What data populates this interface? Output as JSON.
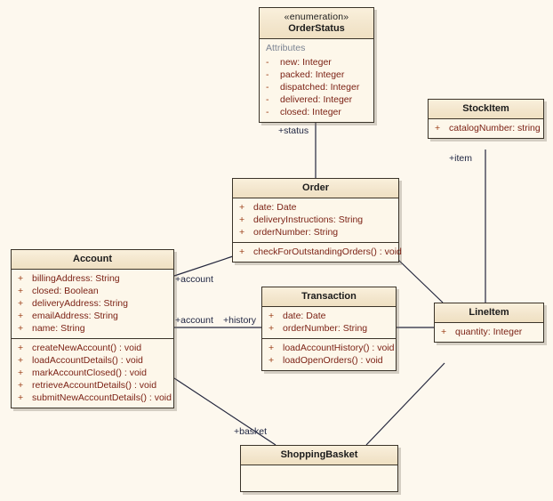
{
  "diagram": {
    "type": "uml-class-diagram",
    "background_color": "#fdf8ee",
    "class_fill_color": "#fdf6e7",
    "class_border_color": "#3b3429",
    "feature_text_color": "#7a1f12",
    "role_label_color": "#1c2340",
    "section_label_color": "#7b8392"
  },
  "classes": {
    "order_status": {
      "stereotype": "«enumeration»",
      "name": "OrderStatus",
      "attributes_label": "Attributes",
      "attributes": [
        {
          "visibility": "-",
          "signature": "new:  Integer"
        },
        {
          "visibility": "-",
          "signature": "packed:  Integer"
        },
        {
          "visibility": "-",
          "signature": "dispatched:  Integer"
        },
        {
          "visibility": "-",
          "signature": "delivered:  Integer"
        },
        {
          "visibility": "-",
          "signature": "closed:  Integer"
        }
      ]
    },
    "stock_item": {
      "name": "StockItem",
      "attributes": [
        {
          "visibility": "+",
          "signature": "catalogNumber:  string"
        }
      ]
    },
    "order": {
      "name": "Order",
      "attributes": [
        {
          "visibility": "+",
          "signature": "date:  Date"
        },
        {
          "visibility": "+",
          "signature": "deliveryInstructions:  String"
        },
        {
          "visibility": "+",
          "signature": "orderNumber:  String"
        }
      ],
      "operations": [
        {
          "visibility": "+",
          "signature": "checkForOutstandingOrders() : void"
        }
      ]
    },
    "account": {
      "name": "Account",
      "attributes": [
        {
          "visibility": "+",
          "signature": "billingAddress:  String"
        },
        {
          "visibility": "+",
          "signature": "closed:  Boolean"
        },
        {
          "visibility": "+",
          "signature": "deliveryAddress:  String"
        },
        {
          "visibility": "+",
          "signature": "emailAddress:  String"
        },
        {
          "visibility": "+",
          "signature": "name:  String"
        }
      ],
      "operations": [
        {
          "visibility": "+",
          "signature": "createNewAccount() : void"
        },
        {
          "visibility": "+",
          "signature": "loadAccountDetails() : void"
        },
        {
          "visibility": "+",
          "signature": "markAccountClosed() : void"
        },
        {
          "visibility": "+",
          "signature": "retrieveAccountDetails() : void"
        },
        {
          "visibility": "+",
          "signature": "submitNewAccountDetails() : void"
        }
      ]
    },
    "transaction": {
      "name": "Transaction",
      "attributes": [
        {
          "visibility": "+",
          "signature": "date:  Date"
        },
        {
          "visibility": "+",
          "signature": "orderNumber:  String"
        }
      ],
      "operations": [
        {
          "visibility": "+",
          "signature": "loadAccountHistory() : void"
        },
        {
          "visibility": "+",
          "signature": "loadOpenOrders() : void"
        }
      ]
    },
    "line_item": {
      "name": "LineItem",
      "attributes": [
        {
          "visibility": "+",
          "signature": "quantity:  Integer"
        }
      ]
    },
    "shopping_basket": {
      "name": "ShoppingBasket",
      "attributes": []
    }
  },
  "connector_labels": {
    "status": "+status",
    "item": "+item",
    "account_order": "+account",
    "account_transaction": "+account",
    "history": "+history",
    "basket": "+basket"
  }
}
